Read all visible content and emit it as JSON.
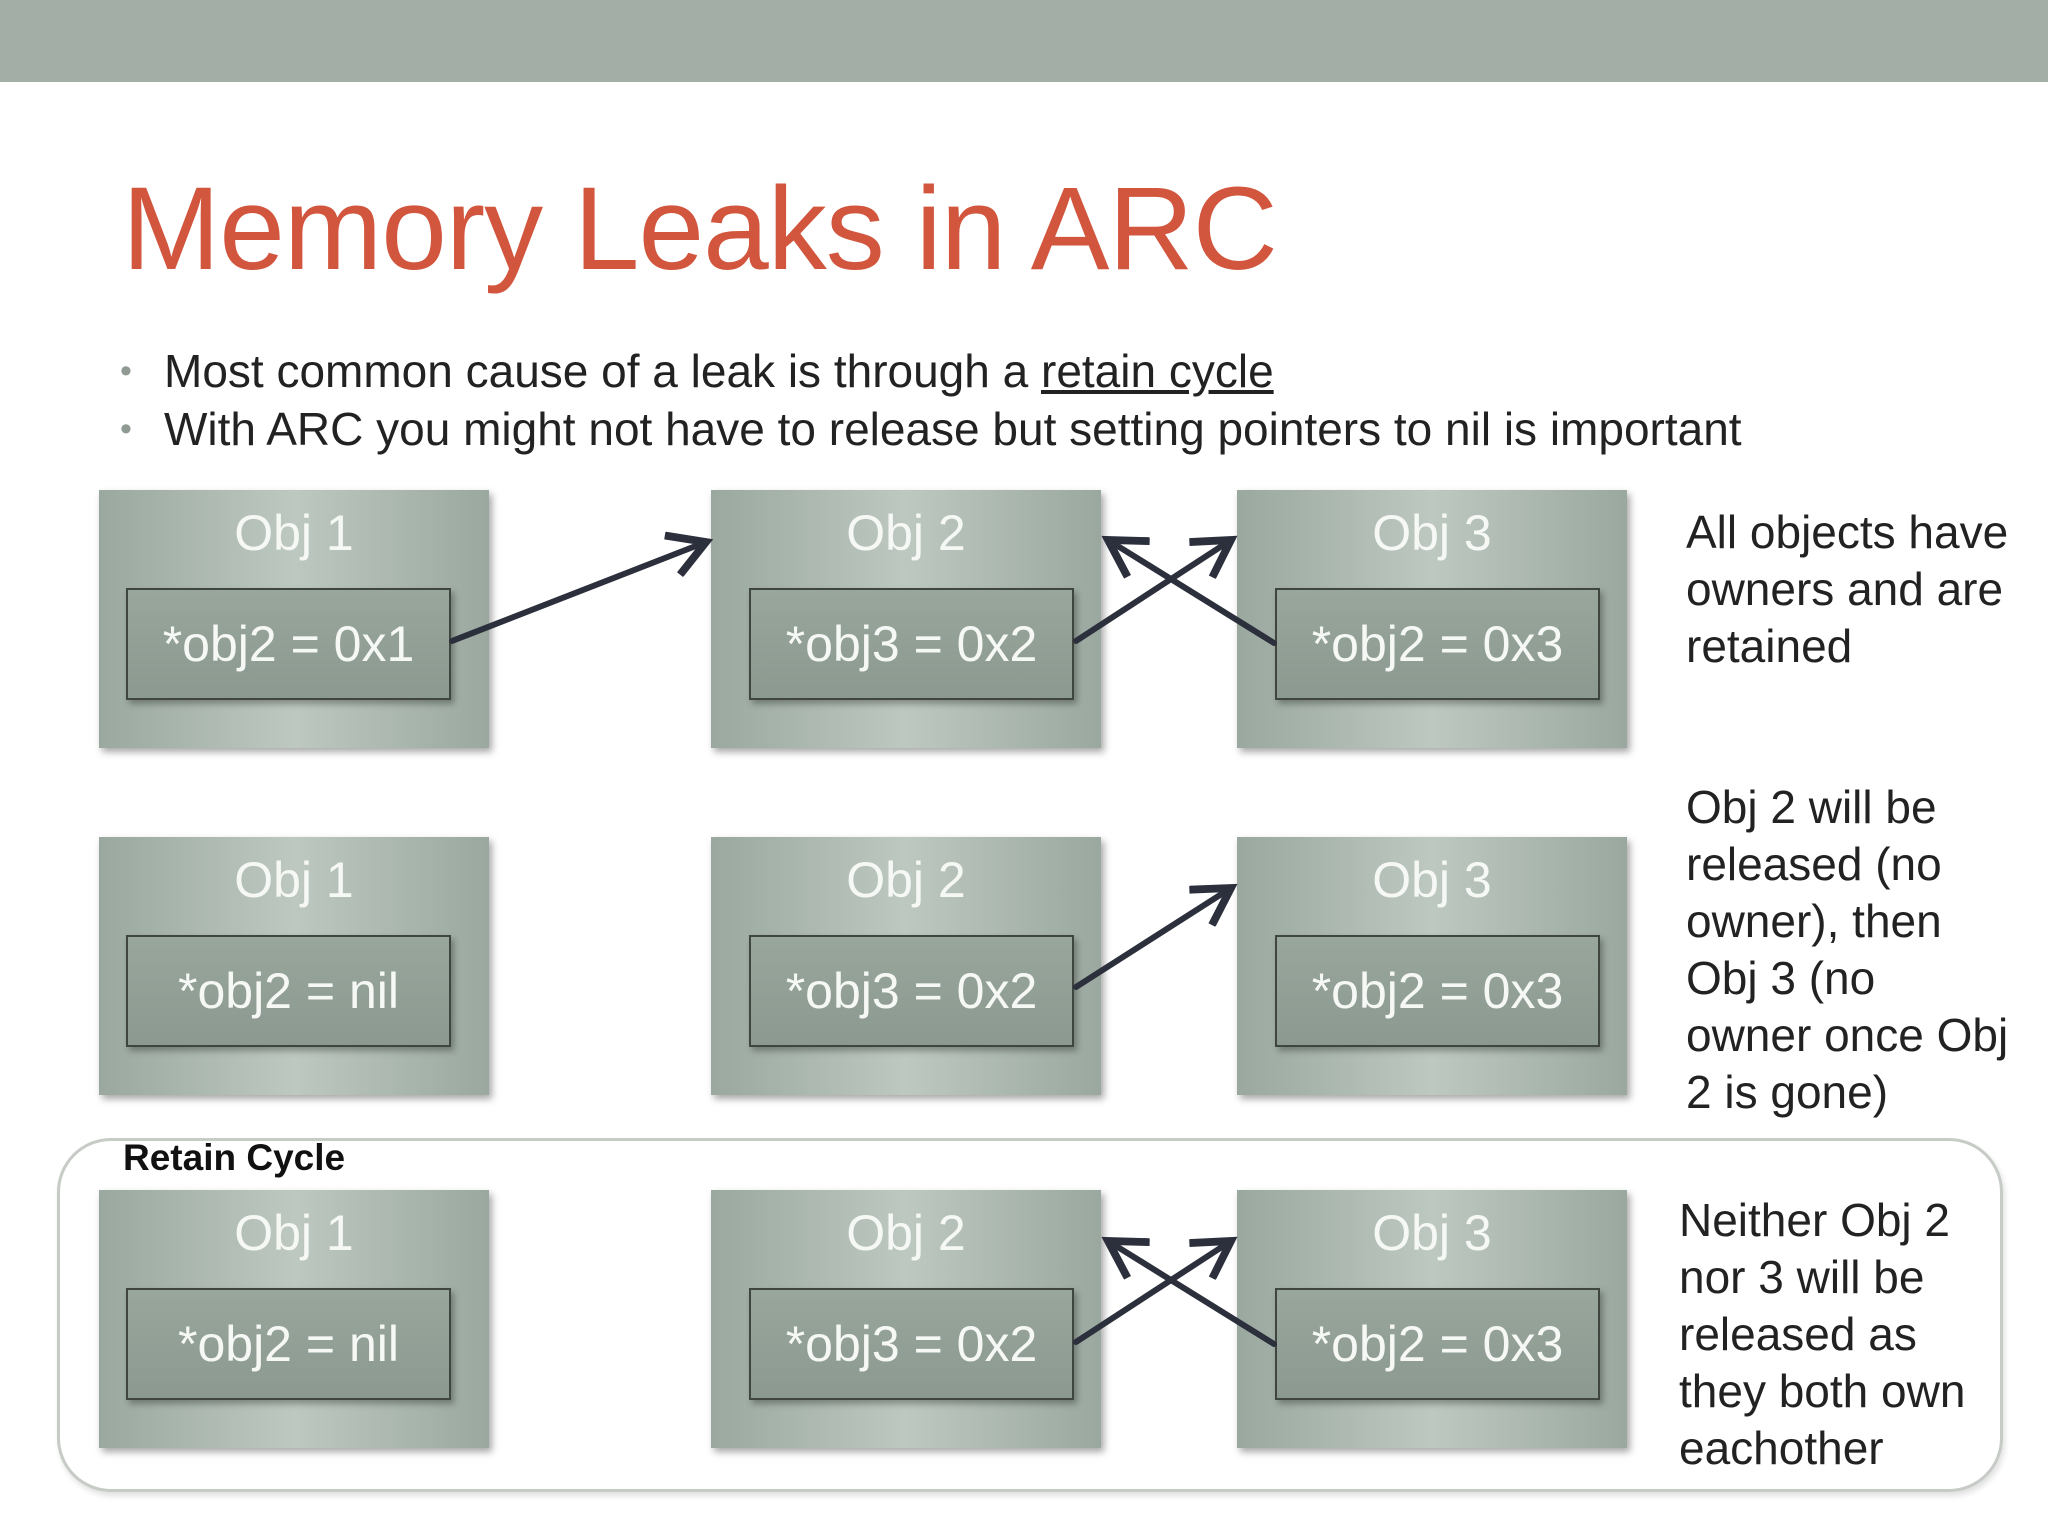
{
  "slide": {
    "title": "Memory Leaks in ARC",
    "bullets": [
      {
        "before": "Most common cause of a leak is through a ",
        "link": "retain cycle"
      },
      {
        "before": "With ARC you might not have to release but setting pointers to nil is important",
        "link": ""
      }
    ]
  },
  "rows": [
    {
      "objects": [
        {
          "title": "Obj 1",
          "pointer": "*obj2 = 0x1"
        },
        {
          "title": "Obj 2",
          "pointer": "*obj3 = 0x2"
        },
        {
          "title": "Obj 3",
          "pointer": "*obj2 = 0x3"
        }
      ],
      "note_lines": [
        "All objects have",
        "owners and are",
        "retained"
      ]
    },
    {
      "objects": [
        {
          "title": "Obj 1",
          "pointer": "*obj2 = nil"
        },
        {
          "title": "Obj 2",
          "pointer": "*obj3 = 0x2"
        },
        {
          "title": "Obj 3",
          "pointer": "*obj2 = 0x3"
        }
      ],
      "note_lines": [
        "Obj 2 will be",
        "released (no",
        "owner), then",
        "Obj 3 (no",
        "owner once Obj",
        "2 is gone)"
      ]
    },
    {
      "label": "Retain Cycle",
      "objects": [
        {
          "title": "Obj 1",
          "pointer": "*obj2 = nil"
        },
        {
          "title": "Obj 2",
          "pointer": "*obj3 = 0x2"
        },
        {
          "title": "Obj 3",
          "pointer": "*obj2 = 0x3"
        }
      ],
      "note_lines": [
        "Neither Obj 2",
        "nor 3 will be",
        "released as",
        "they both own",
        "eachother"
      ]
    }
  ],
  "colors": {
    "title": "#d2553d",
    "top_bar": "#a3aea7",
    "box": "#a7b3ab",
    "arrow": "#2c2f3c"
  }
}
